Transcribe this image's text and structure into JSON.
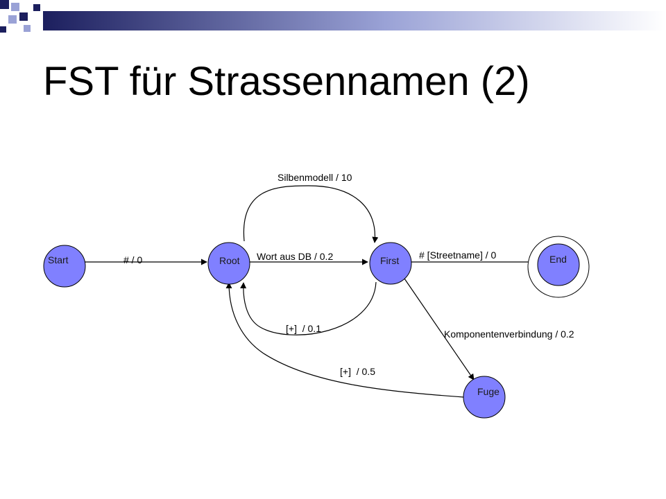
{
  "slide": {
    "title": "FST für Strassennamen (2)",
    "colors": {
      "node_fill": "#8080ff",
      "node_stroke": "#000000",
      "deco_navy": "#1c1f5e",
      "deco_periwinkle": "#9aa2d6",
      "gradient_light": "#ffffff"
    }
  },
  "states": {
    "start": "Start",
    "root": "Root",
    "first": "First",
    "end": "End",
    "fuge": "Fuge"
  },
  "transitions": {
    "start_root": "# / 0",
    "root_first": "Wort aus DB / 0.2",
    "silbenmodell": "Silbenmodell / 10",
    "first_end": "# [Streetname] / 0",
    "first_root": "[+]  / 0.1",
    "first_fuge": "Komponentenverbindung / 0.2",
    "fuge_root": "[+]  / 0.5"
  }
}
